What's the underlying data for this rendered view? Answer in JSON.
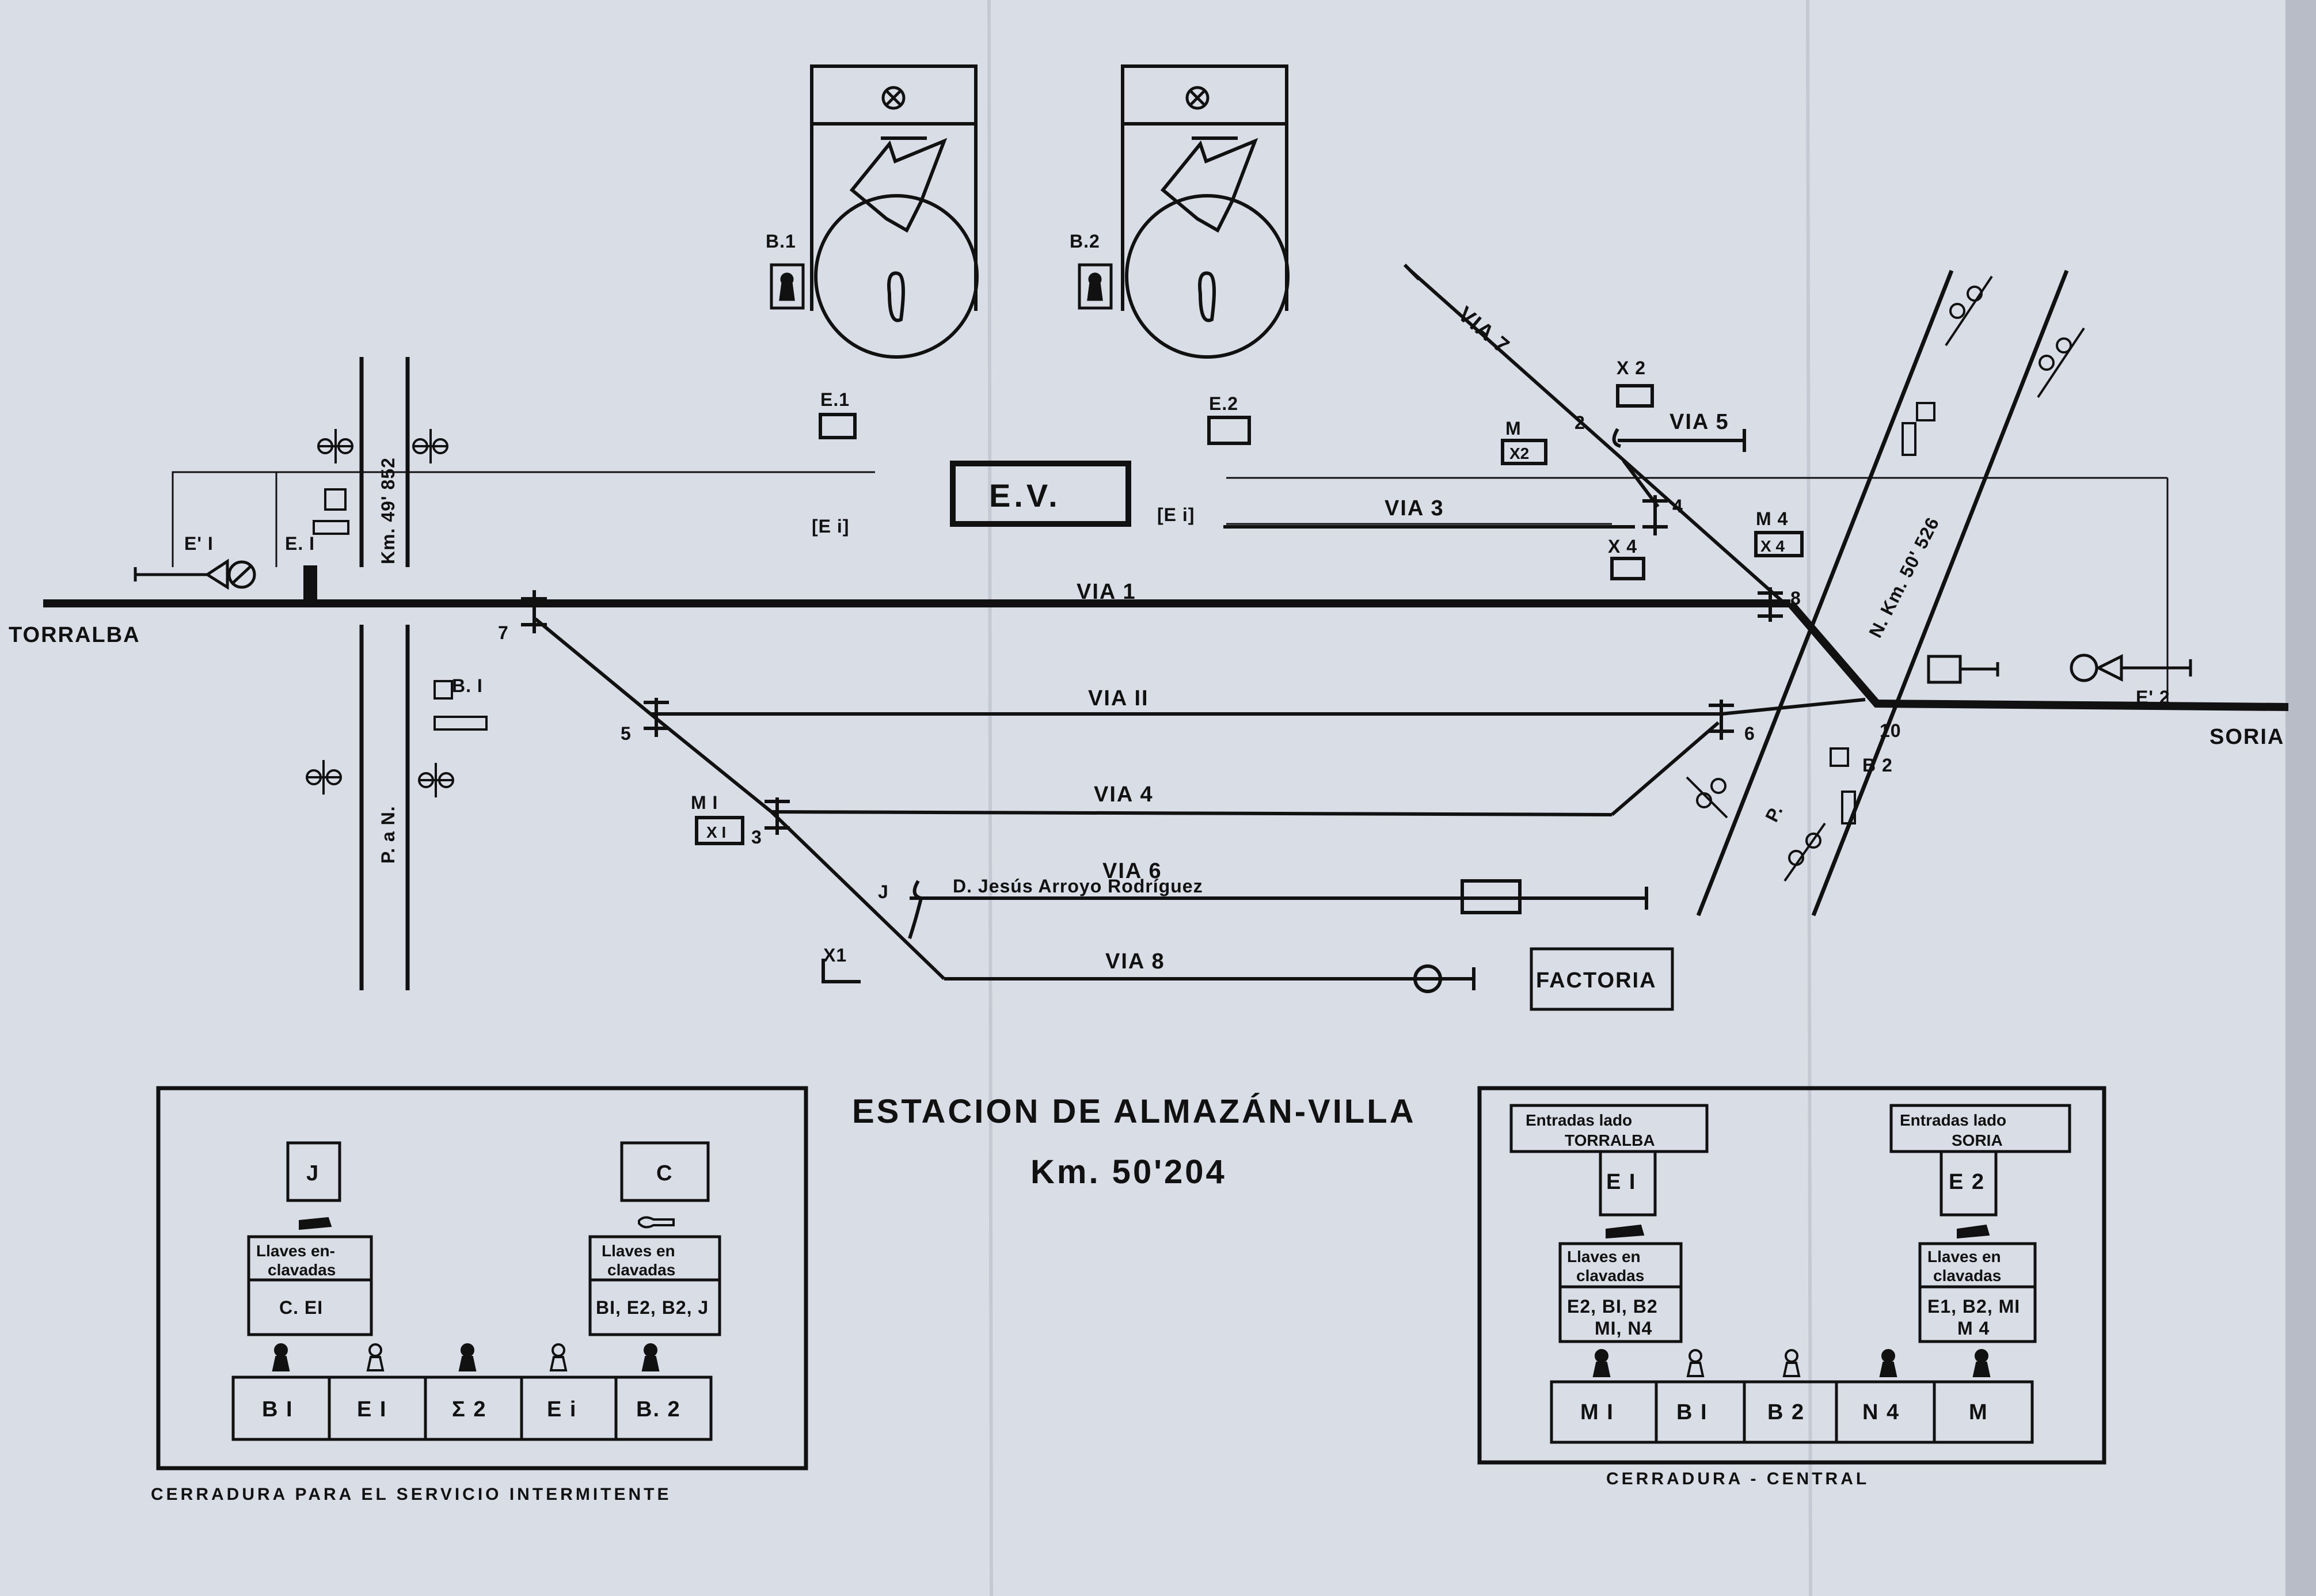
{
  "header": {
    "title": "ESTACION DE ALMAZÁN-VILLA",
    "km": "Km. 50'204"
  },
  "places": {
    "torralba": "TORRALBA",
    "soria": "SORIA",
    "factoria": "FACTORIA",
    "ev": "E.V.",
    "owner": "D. Jesús  Arroyo  Rodríguez"
  },
  "tracks": {
    "via1": "VIA  1",
    "via2": "VIA  II",
    "via3": "VIA  3",
    "via4": "VIA  4",
    "via5": "VIA  5",
    "via6": "VIA  6",
    "via7": "VIA  7",
    "via8": "VIA  8"
  },
  "kms": {
    "left": "Km. 49' 852",
    "right": "N.  Km. 50' 526",
    "pn_left": "P. a  N.",
    "pn_right": "P."
  },
  "switches": [
    "7",
    "5",
    "3",
    "2",
    "4",
    "8",
    "6",
    "10"
  ],
  "signals": {
    "b1_lever": "B.1",
    "b2_lever": "B.2",
    "e1": "E.1",
    "e2": "E.2",
    "ei_left": "[E i]",
    "ei_right": "[E i]",
    "e1_prime": "E' I",
    "e1_small": "E. I",
    "e2_prime": "E' 2",
    "b1": "B. I",
    "b2": "B 2",
    "m1": "M I",
    "x1": "X I",
    "x1_box": "X1",
    "x2": "X 2",
    "m": "M",
    "x2_box": "X2",
    "m4": "M 4",
    "x4_box": "X 4",
    "x4": "X 4",
    "j": "J"
  },
  "left_lock": {
    "caption": "CERRADURA  PARA  EL  SERVICIO  INTERMITENTE",
    "boxes": [
      {
        "key": "J",
        "keys_label_1": "Llaves en-",
        "keys_label_2": "clavadas",
        "keys_value": "C. EI"
      },
      {
        "key": "C",
        "keys_label_1": "Llaves en",
        "keys_label_2": "clavadas",
        "keys_value": "BI, E2, B2, J"
      }
    ],
    "row": [
      "B I",
      "E I",
      "Σ 2",
      "E i",
      "B. 2"
    ]
  },
  "right_lock": {
    "caption": "CERRADURA - CENTRAL",
    "boxes": [
      {
        "head_1": "Entradas  lado",
        "head_2": "TORRALBA",
        "key": "E I",
        "keys_label_1": "Llaves en",
        "keys_label_2": "clavadas",
        "keys_value_1": "E2, BI, B2",
        "keys_value_2": "MI, N4"
      },
      {
        "head_1": "Entradas  lado",
        "head_2": "SORIA",
        "key": "E 2",
        "keys_label_1": "Llaves en",
        "keys_label_2": "clavadas",
        "keys_value_1": "E1, B2, MI",
        "keys_value_2": "M 4"
      }
    ],
    "row": [
      "M I",
      "B I",
      "B 2",
      "N 4",
      "M"
    ]
  },
  "colors": {
    "paper": "#d9dde6",
    "ink": "#111111"
  }
}
